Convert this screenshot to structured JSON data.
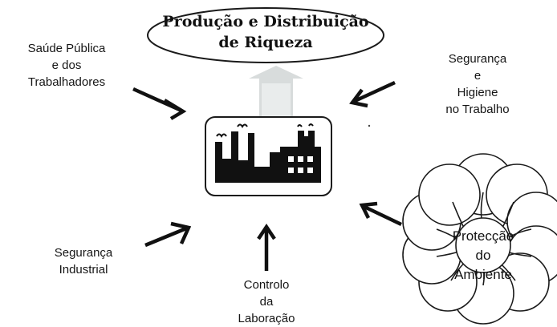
{
  "title": {
    "line1": "Produção e Distribuição",
    "line2": "de Riqueza"
  },
  "factors": {
    "top_left": [
      "Saúde Pública",
      "e dos",
      "Trabalhadores"
    ],
    "top_right": [
      "Segurança",
      "e",
      "Higiene",
      "no Trabalho"
    ],
    "bottom_left": [
      "Segurança",
      "Industrial"
    ],
    "bottom_center": [
      "Controlo",
      "da",
      "Laboração"
    ],
    "bottom_right": [
      "Protecção",
      "do",
      "Ambiente"
    ]
  },
  "icons": {
    "center": "factory-icon",
    "output": "up-arrow-icon",
    "flower": "flower-icon"
  }
}
